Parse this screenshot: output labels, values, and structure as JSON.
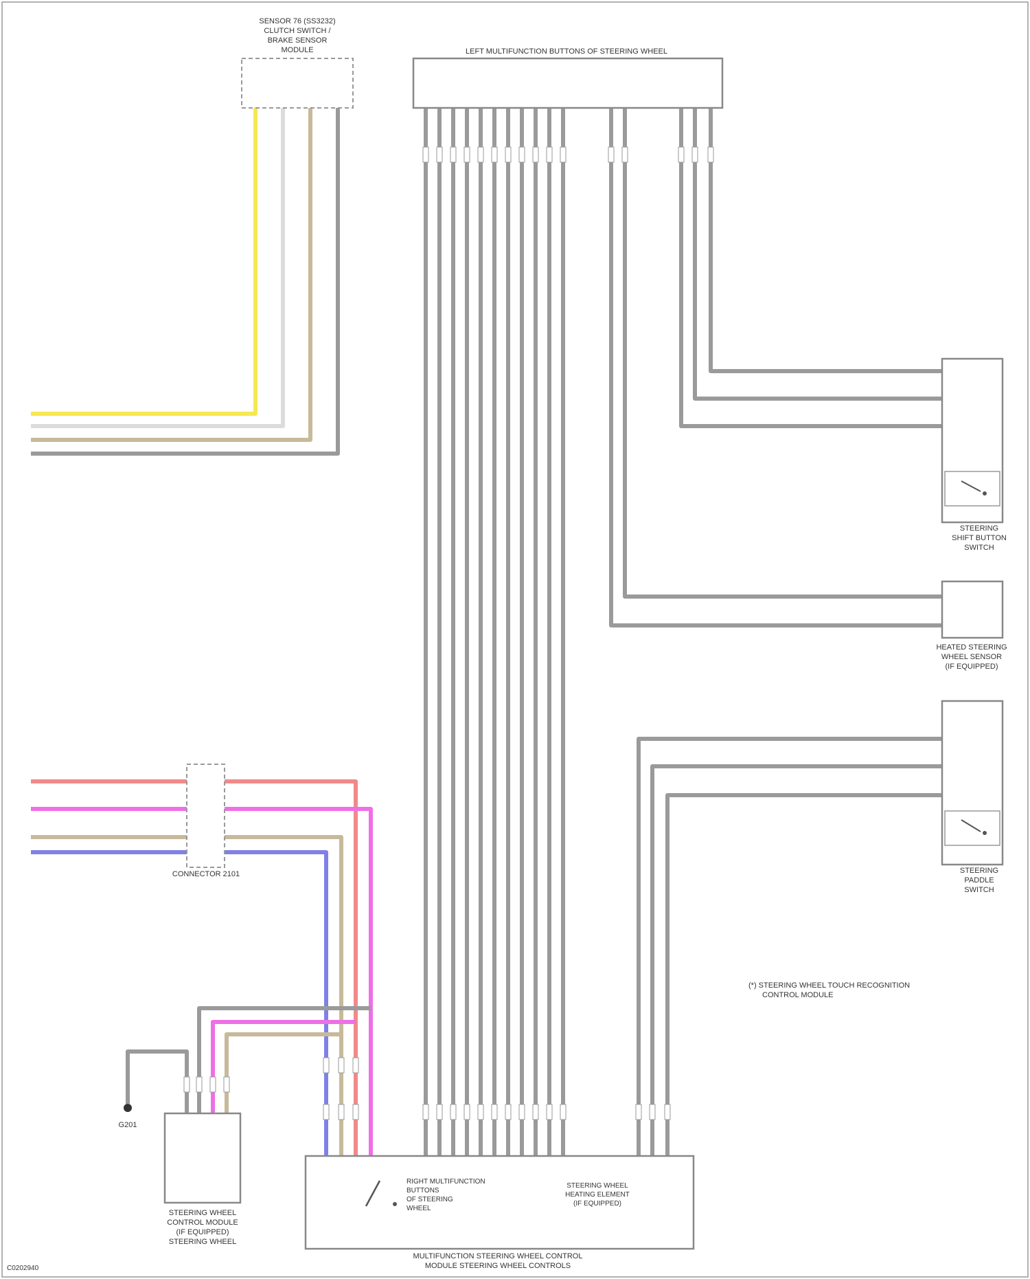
{
  "labels": {
    "top_sensor": [
      "SENSOR 76 (SS3232)",
      "CLUTCH SWITCH /",
      "BRAKE SENSOR",
      "MODULE"
    ],
    "top_module": "LEFT MULTIFUNCTION BUTTONS OF STEERING WHEEL",
    "right1": [
      "STEERING",
      "SHIFT BUTTON",
      "SWITCH"
    ],
    "right2": [
      "HEATED STEERING",
      "WHEEL SENSOR",
      "(IF EQUIPPED)"
    ],
    "right3": [
      "STEERING",
      "PADDLE",
      "SWITCH"
    ],
    "connector_mid": "CONNECTOR 2101",
    "ground": "G201",
    "bottom_left_module": [
      "STEERING WHEEL",
      "CONTROL MODULE",
      "(IF EQUIPPED)",
      "STEERING WHEEL"
    ],
    "bottom_main_a": [
      "RIGHT MULTIFUNCTION",
      "BUTTONS",
      "OF STEERING",
      "WHEEL"
    ],
    "bottom_main_b": [
      "STEERING WHEEL",
      "HEATING ELEMENT",
      "(IF EQUIPPED)"
    ],
    "bottom_main_caption": [
      "MULTIFUNCTION STEERING WHEEL CONTROL",
      "MODULE STEERING WHEEL CONTROLS"
    ],
    "note": [
      "(*) STEERING WHEEL TOUCH RECOGNITION",
      "CONTROL MODULE"
    ],
    "page_id": "C0202940"
  },
  "wire_colors": {
    "yellow": "#f5e850",
    "white": "#dcdcdc",
    "tan": "#c8b99a",
    "gray": "#9a9a9a",
    "red": "#f08a8a",
    "pink": "#ee6fe6",
    "blue": "#8080e8",
    "black": "#444444"
  }
}
